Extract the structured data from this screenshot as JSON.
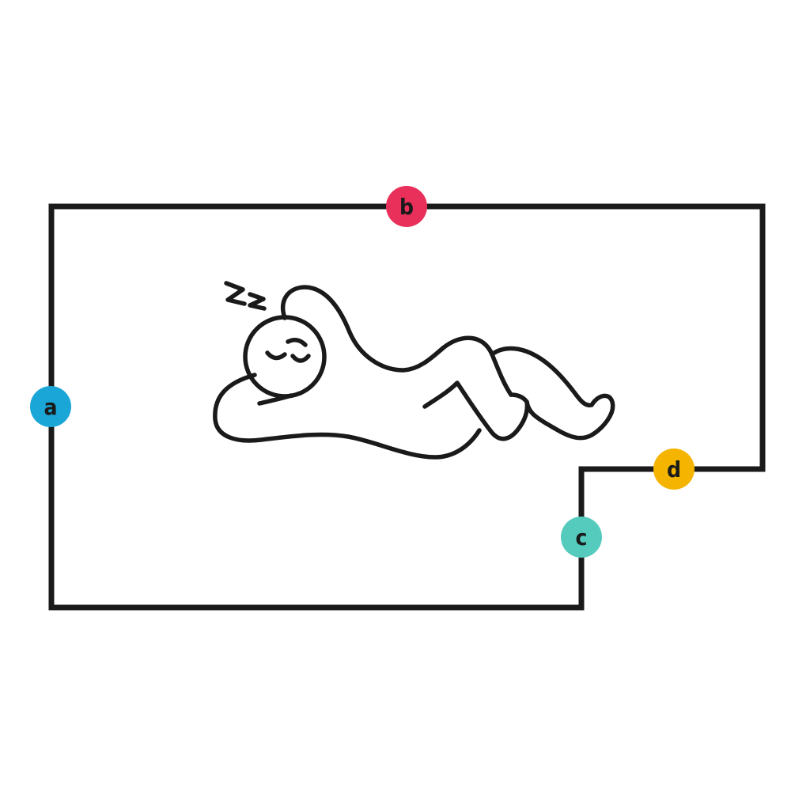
{
  "diagram": {
    "markers": {
      "a": {
        "label": "a",
        "color": "#1aa6d6"
      },
      "b": {
        "label": "b",
        "color": "#e8305a"
      },
      "c": {
        "label": "c",
        "color": "#55cbbd"
      },
      "d": {
        "label": "d",
        "color": "#f4b400"
      }
    },
    "illustration": "sleeping-person-icon"
  }
}
